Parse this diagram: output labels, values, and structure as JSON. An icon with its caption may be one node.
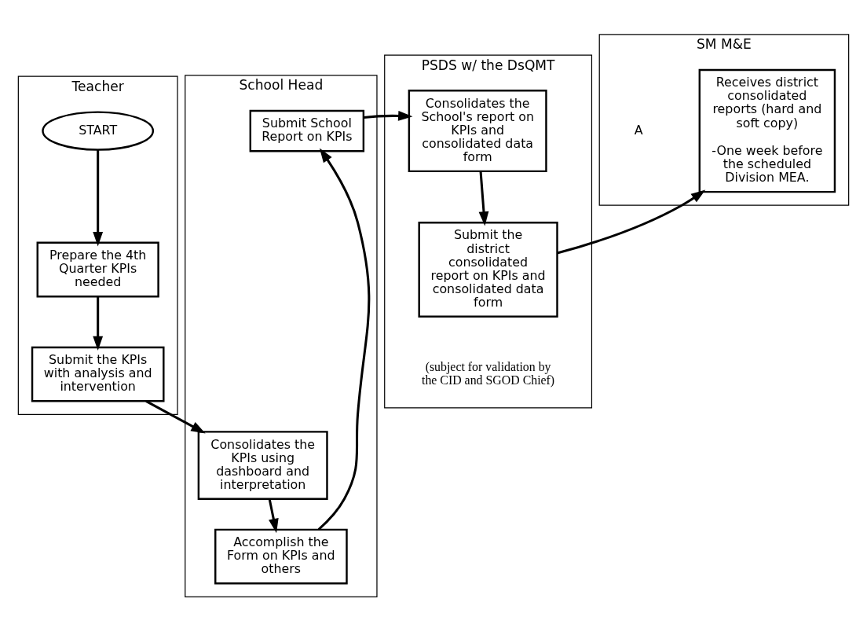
{
  "diagram": {
    "nodes": [
      {
        "text": [
          "Teacher"
        ]
      },
      {
        "text": [
          "School Head"
        ]
      },
      {
        "text": [
          "PSDS w/ the DsQMT"
        ]
      },
      {
        "text": [
          "SM M&E"
        ]
      },
      {
        "text": [
          "START"
        ],
        "in": 0
      },
      {
        "text": [
          "Prepare the 4th Quarter KPIs needed"
        ],
        "in": 0
      },
      {
        "text": [
          "Submit the KPIs with analysis and intervention"
        ],
        "in": 0
      },
      {
        "text": [
          "Submit School Report on KPIs"
        ],
        "in": 1
      },
      {
        "text": [
          "Accomplish the Form on KPIs and others"
        ],
        "in": 1
      },
      {
        "text": [
          "Consolidates the KPIs using dashboard and interpretation"
        ],
        "in": 1
      },
      {
        "text": [
          "Consolidates the School's report on KPIs and consolidated data form"
        ],
        "in": 2
      },
      {
        "text": [
          "Submit the district consolidated report on KPIs and consolidated data form"
        ],
        "in": 2,
        "beside": [
          "(subject for validation by the CID and SGOD Chief)"
        ]
      },
      {
        "text": [
          "Receives district consolidated reports (hard and soft copy)",
          "-One week before the scheduled Division MEA."
        ],
        "in": 3
      }
    ],
    "edges": [
      {
        "from": 4,
        "to": 5,
        "arrow": "to"
      },
      {
        "from": 5,
        "to": 6,
        "arrow": "to"
      },
      {
        "from": 6,
        "to": 9,
        "arrow": "to"
      },
      {
        "from": 9,
        "to": 8,
        "arrow": "to"
      },
      {
        "from": 8,
        "to": 7,
        "arrow": "to"
      },
      {
        "from": 7,
        "to": 10,
        "arrow": "to"
      },
      {
        "from": 10,
        "to": 11,
        "arrow": "to"
      },
      {
        "from": 11,
        "to": 12,
        "arrow": "to"
      }
    ],
    "labels": [
      "A"
    ]
  }
}
